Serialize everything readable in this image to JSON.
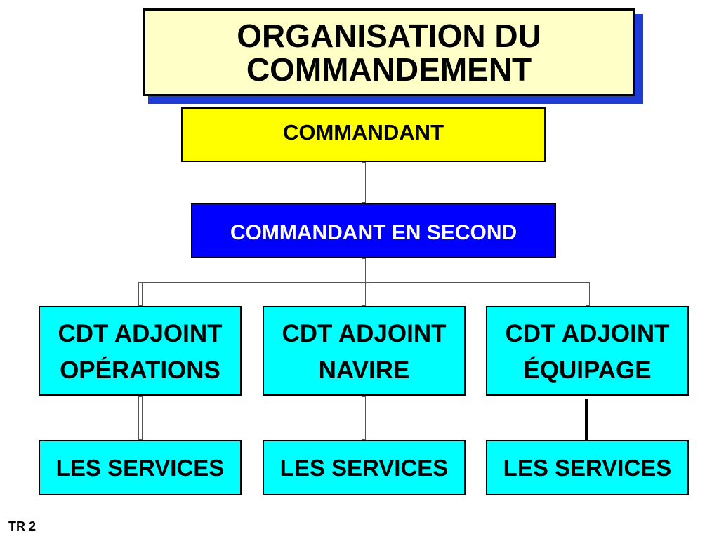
{
  "title": {
    "line1": "ORGANISATION DU",
    "line2": "COMMANDEMENT"
  },
  "commandant": "COMMANDANT",
  "second": "COMMANDANT EN SECOND",
  "adjoints": [
    {
      "line1": "CDT ADJOINT",
      "line2": "OPÉRATIONS"
    },
    {
      "line1": "CDT ADJOINT",
      "line2": "NAVIRE"
    },
    {
      "line1": "CDT ADJOINT",
      "line2": "ÉQUIPAGE"
    }
  ],
  "services": [
    "LES SERVICES",
    "LES SERVICES",
    "LES SERVICES"
  ],
  "footer": "TR 2",
  "colors": {
    "title_bg": "#ffffc8",
    "title_shadow": "#1e3cd6",
    "commandant_bg": "#ffff00",
    "second_bg": "#0000ff",
    "adjoint_bg": "#00ffff",
    "services_bg": "#00ffff"
  }
}
